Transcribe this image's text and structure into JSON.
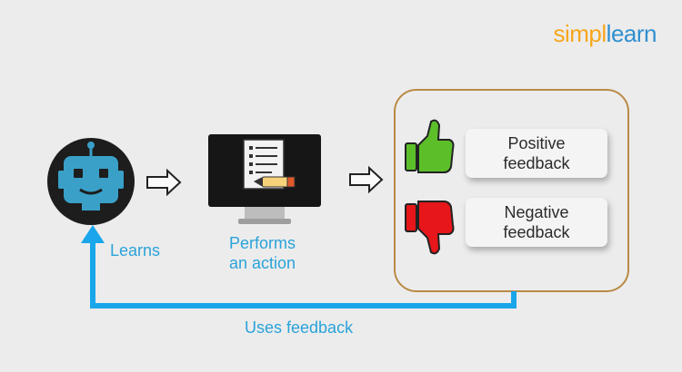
{
  "brand": {
    "logo_part1": "simpl",
    "logo_part2": "learn"
  },
  "steps": {
    "agent_label": "Learns",
    "action_label_line1": "Performs",
    "action_label_line2": "an action"
  },
  "feedback": {
    "positive_line1": "Positive",
    "positive_line2": "feedback",
    "negative_line1": "Negative",
    "negative_line2": "feedback"
  },
  "loop_label": "Uses feedback",
  "colors": {
    "accent": "#2aa3d9",
    "loop_arrow": "#19a6ea",
    "box_border": "#b98a46",
    "thumb_up": "#5cbf2a",
    "thumb_down": "#e6161a",
    "robot": "#3aa0c8"
  }
}
